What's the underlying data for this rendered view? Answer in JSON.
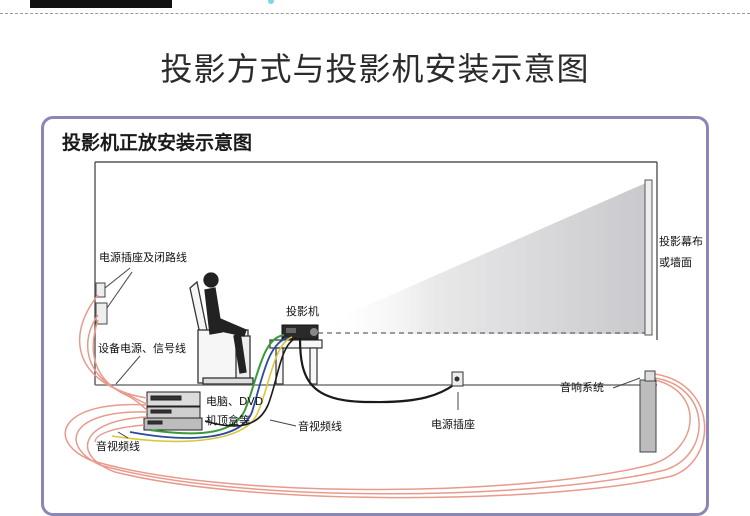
{
  "main_title": "投影方式与投影机安装示意图",
  "panel_title": "投影机正放安装示意图",
  "labels": {
    "power_socket_loop": "电源插座及闭路线",
    "device_power_signal": "设备电源、信号线",
    "projector": "投影机",
    "screen_line1": "投影幕布",
    "screen_line2": "或墙面",
    "pc_dvd": "电脑、DVD",
    "settop_box": "机顶盒等",
    "av_cable_right": "音视频线",
    "av_cable_left": "音视频线",
    "power_socket": "电源插座",
    "speaker_system": "音响系统"
  },
  "colors": {
    "panel_border": "#8a87b6",
    "cable_pink": "#e89a8c",
    "cable_green": "#3a9a3a",
    "cable_blue": "#2a4aa0",
    "cable_yellow": "#d9c83a",
    "cable_black": "#1a1a1a"
  }
}
